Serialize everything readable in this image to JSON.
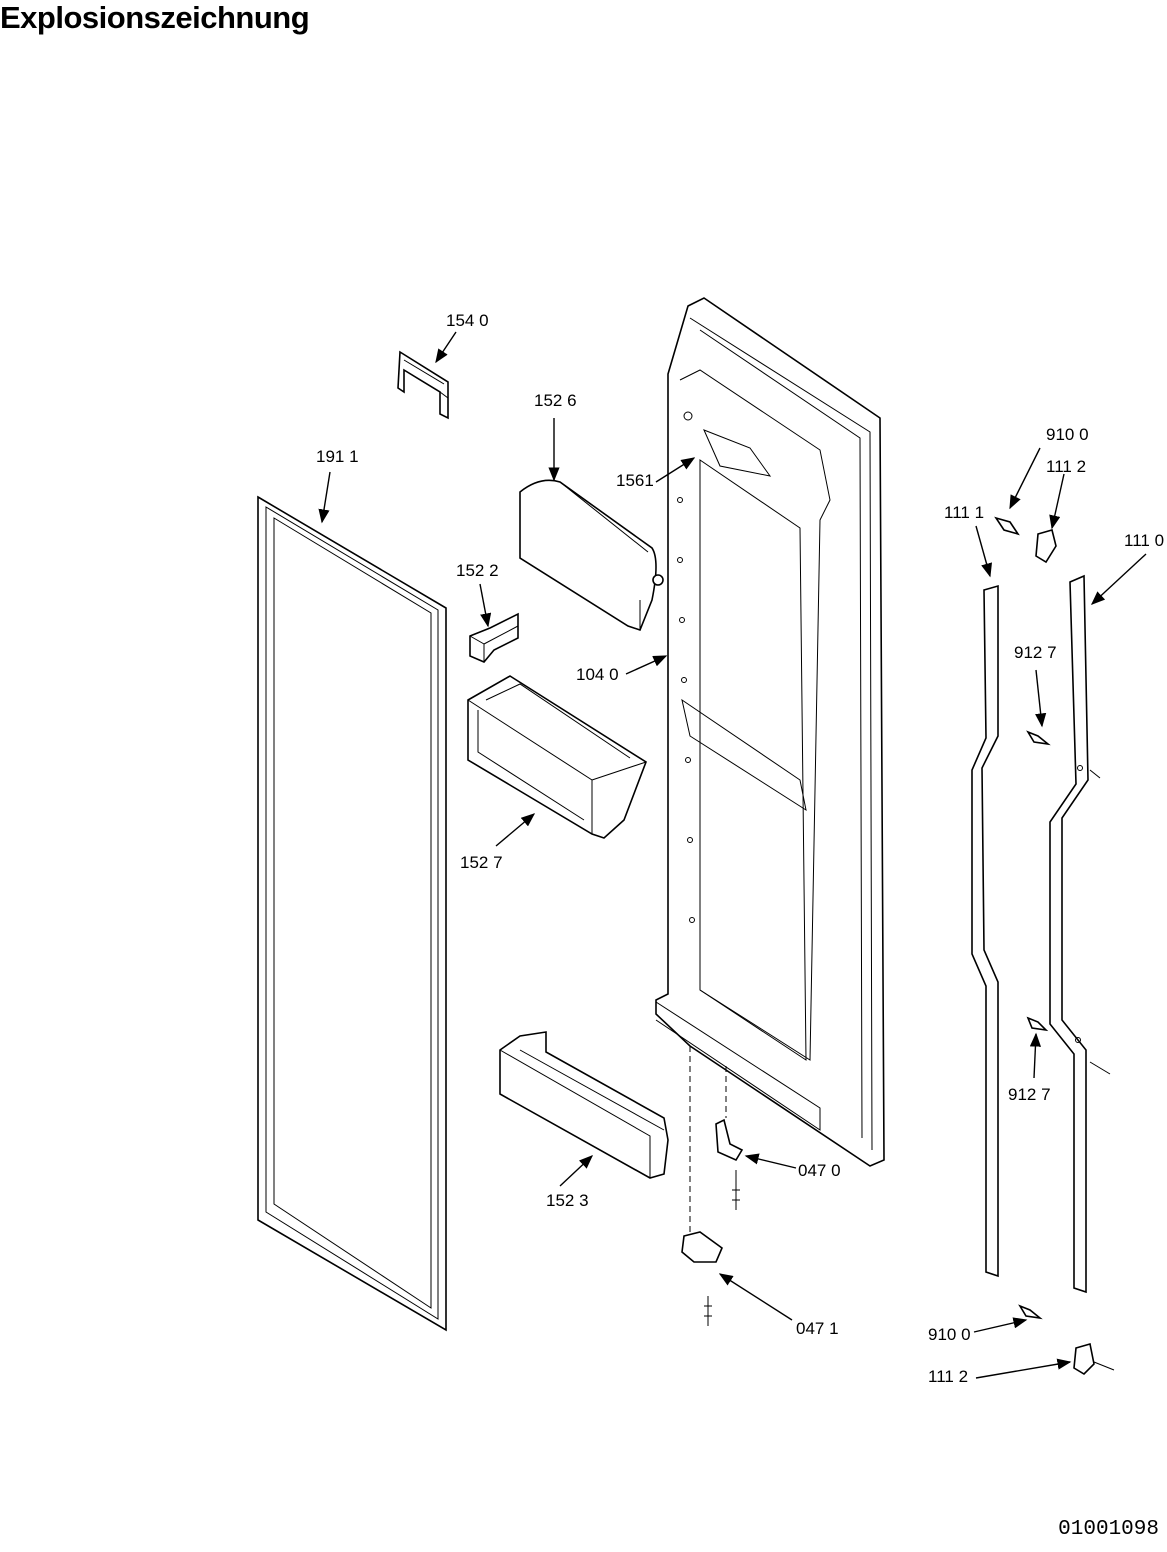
{
  "header": {
    "title": "Explosionszeichnung"
  },
  "footer": {
    "document_number": "01001098"
  },
  "labels": {
    "l1540": "154 0",
    "l1526": "152 6",
    "l1911": "191 1",
    "l1561": "1561",
    "l1522": "152 2",
    "l1040": "104 0",
    "l1527": "152 7",
    "l1523": "152 3",
    "l0470": "047 0",
    "l0471": "047 1",
    "l9100a": "910 0",
    "l1112a": "111 2",
    "l1111": "111 1",
    "l1110": "111 0",
    "l9127a": "912 7",
    "l9127b": "912 7",
    "l9100b": "910 0",
    "l1112b": "111 2"
  }
}
